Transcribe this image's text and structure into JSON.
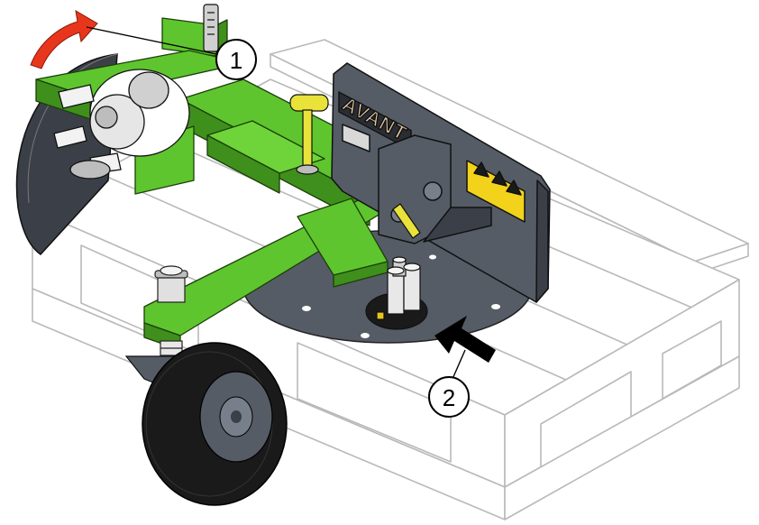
{
  "callouts": [
    {
      "label": "1"
    },
    {
      "label": "2"
    }
  ],
  "brand": {
    "text": "AVANT"
  },
  "colors": {
    "frame_green": "#5fc52e",
    "frame_green_dark": "#3f8f1c",
    "steel_gray": "#555c66",
    "steel_gray_dark": "#3b4048",
    "pallet_outline": "#b9b9b9",
    "rotation_arrow": "#e8361c",
    "handle_yellow": "#e8e23a",
    "tire_black": "#1a1a1a",
    "warning_yellow": "#f2d21b"
  },
  "icons": [
    "rotation-arrow-icon",
    "push-arrow-icon",
    "warning-label-icon"
  ]
}
